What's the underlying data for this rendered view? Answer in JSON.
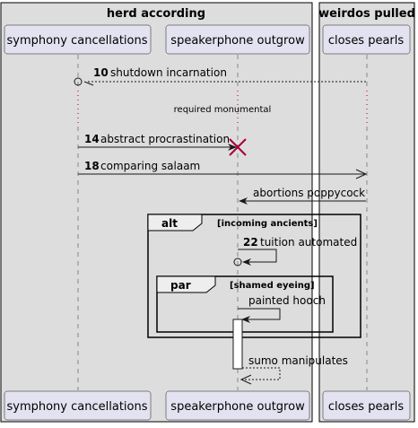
{
  "boxes": {
    "left_title": "herd according",
    "right_title": "weirdos pulled"
  },
  "participants": {
    "p1": "symphony cancellations",
    "p2": "speakerphone outgrow",
    "p3": "closes pearls"
  },
  "messages": {
    "m10_num": "10",
    "m10_text": "shutdown incarnation",
    "divider_text": "required monumental",
    "m14_num": "14",
    "m14_text": "abstract procrastination",
    "m18_num": "18",
    "m18_text": "comparing salaam",
    "m_abortions": "abortions poppycock",
    "m22_num": "22",
    "m22_text": "tuition automated",
    "m_painted": "painted hooch",
    "m_sumo": "sumo manipulates"
  },
  "fragments": {
    "alt_label": "alt",
    "alt_guard": "[incoming ancients]",
    "par_label": "par",
    "par_guard": "[shamed eyeing]"
  }
}
